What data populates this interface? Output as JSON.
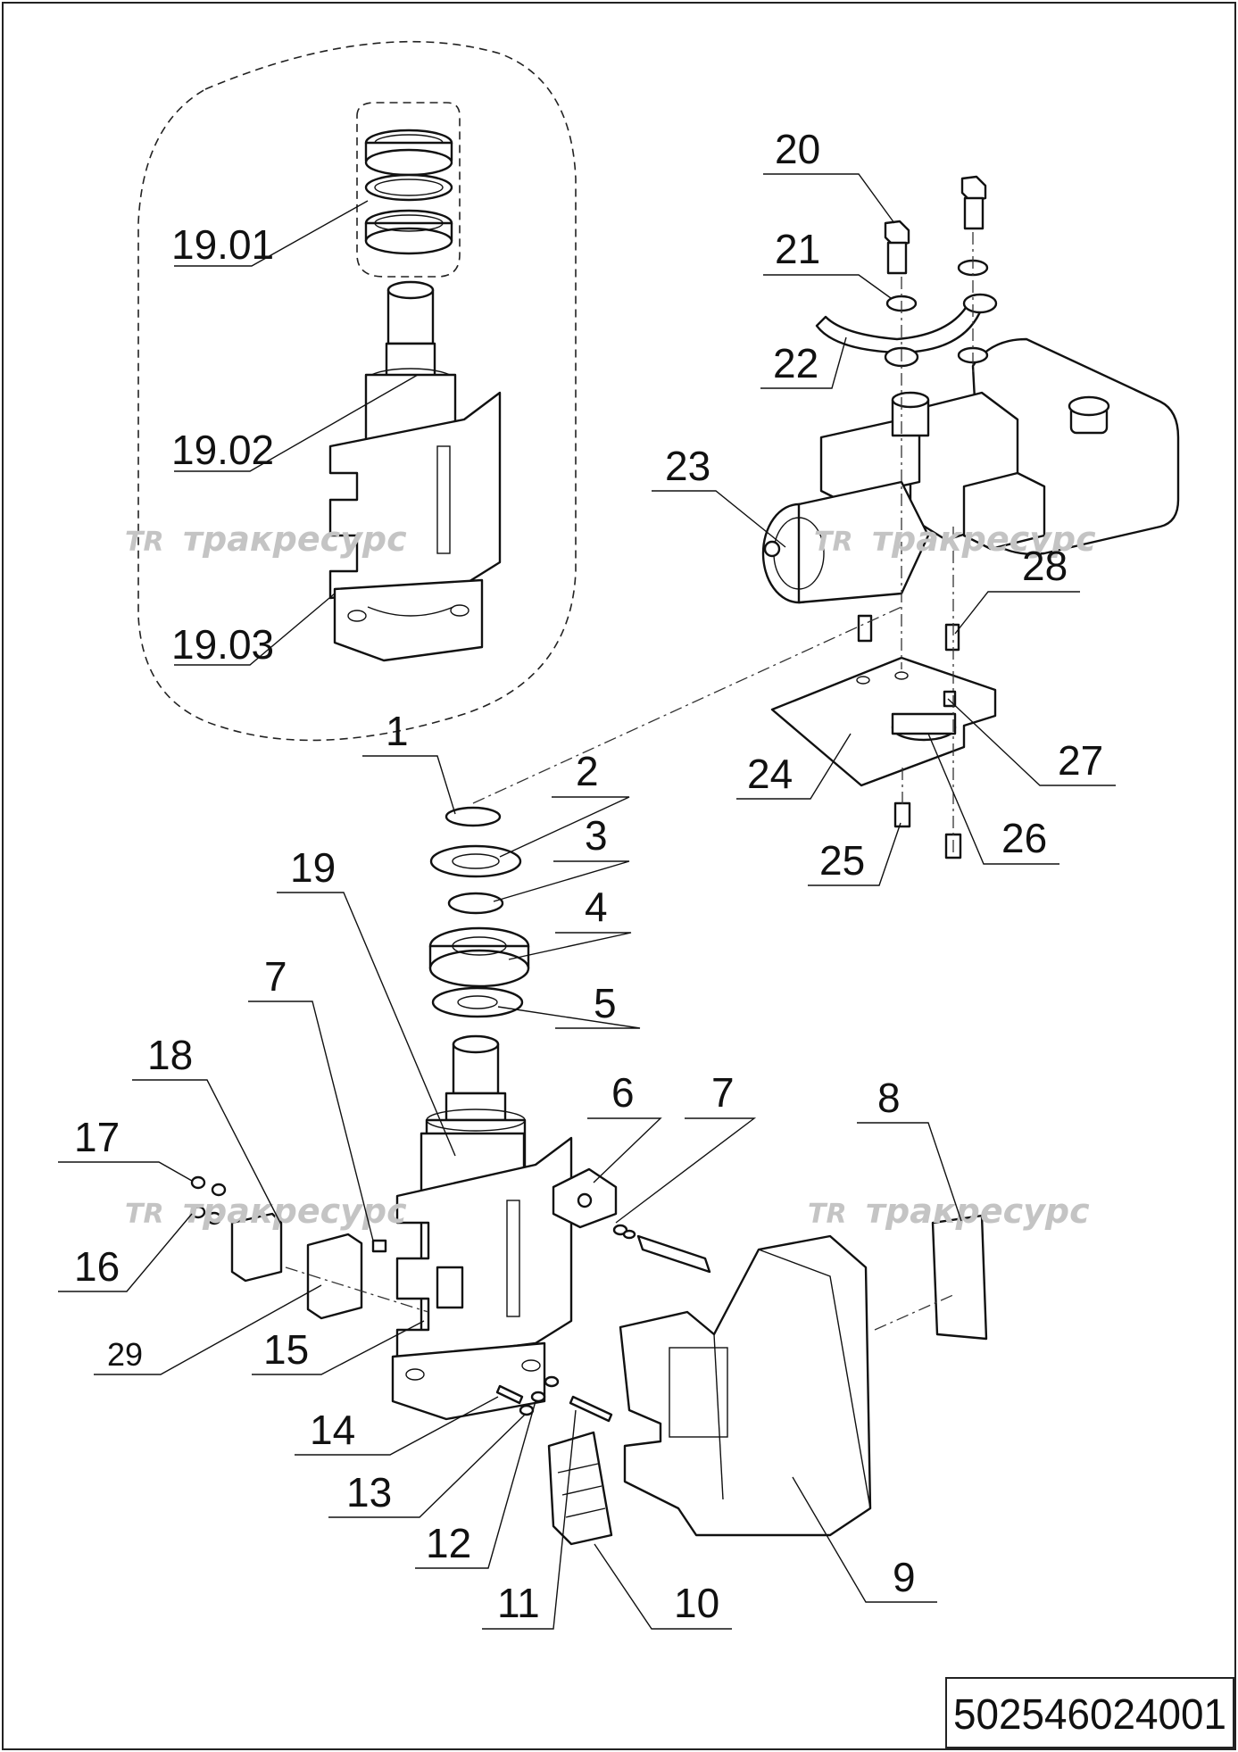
{
  "drawing_number": "502546024001",
  "watermark": {
    "logo": "TR",
    "text": "тракресурс"
  },
  "callouts": {
    "c1": "1",
    "c2": "2",
    "c3": "3",
    "c4": "4",
    "c5": "5",
    "c6": "6",
    "c7a": "7",
    "c7b": "7",
    "c8": "8",
    "c9": "9",
    "c10": "10",
    "c11": "11",
    "c12": "12",
    "c13": "13",
    "c14": "14",
    "c15": "15",
    "c16": "16",
    "c17": "17",
    "c18": "18",
    "c19": "19",
    "c1901": "19.01",
    "c1902": "19.02",
    "c1903": "19.03",
    "c20": "20",
    "c21": "21",
    "c22": "22",
    "c23": "23",
    "c24": "24",
    "c25": "25",
    "c26": "26",
    "c27": "27",
    "c28": "28",
    "c29": "29"
  }
}
